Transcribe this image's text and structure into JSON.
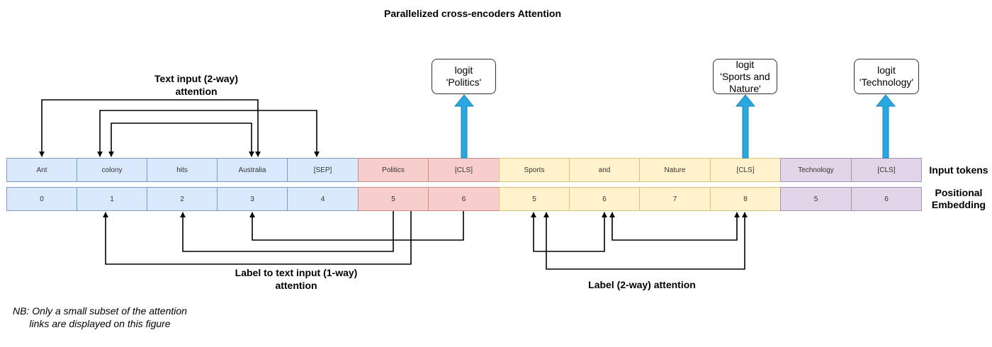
{
  "title": "Parallelized cross-encoders Attention",
  "colors": {
    "text_input": "#dae8fc",
    "label_politics": "#f8cecc",
    "label_sports_nature": "#fff2cc",
    "label_technology": "#e1d5e7",
    "logit_arrow": "#29a8e0"
  },
  "row_labels": {
    "tokens": "Input tokens",
    "positions_line1": "Positional",
    "positions_line2": "Embedding"
  },
  "tokens": [
    "Ant",
    "colony",
    "hits",
    "Australia",
    "[SEP]",
    "Politics",
    "[CLS]",
    "Sports",
    "and",
    "Nature",
    "[CLS]",
    "Technology",
    "[CLS]"
  ],
  "positions": [
    "0",
    "1",
    "2",
    "3",
    "4",
    "5",
    "6",
    "5",
    "6",
    "7",
    "8",
    "5",
    "6"
  ],
  "logits": [
    {
      "line1": "logit",
      "line2": "'Politics'",
      "line3": ""
    },
    {
      "line1": "logit",
      "line2": "'Sports and",
      "line3": "Nature'"
    },
    {
      "line1": "logit",
      "line2": "'Technology'",
      "line3": ""
    }
  ],
  "attention_labels": {
    "text_two_way_line1": "Text input (2-way)",
    "text_two_way_line2": "attention",
    "label_to_text_line1": "Label to text input (1-way)",
    "label_to_text_line2": "attention",
    "label_two_way": "Label (2-way) attention"
  },
  "note": {
    "line1": "NB: Only a small subset of the attention",
    "line2": "links are displayed on this figure"
  }
}
